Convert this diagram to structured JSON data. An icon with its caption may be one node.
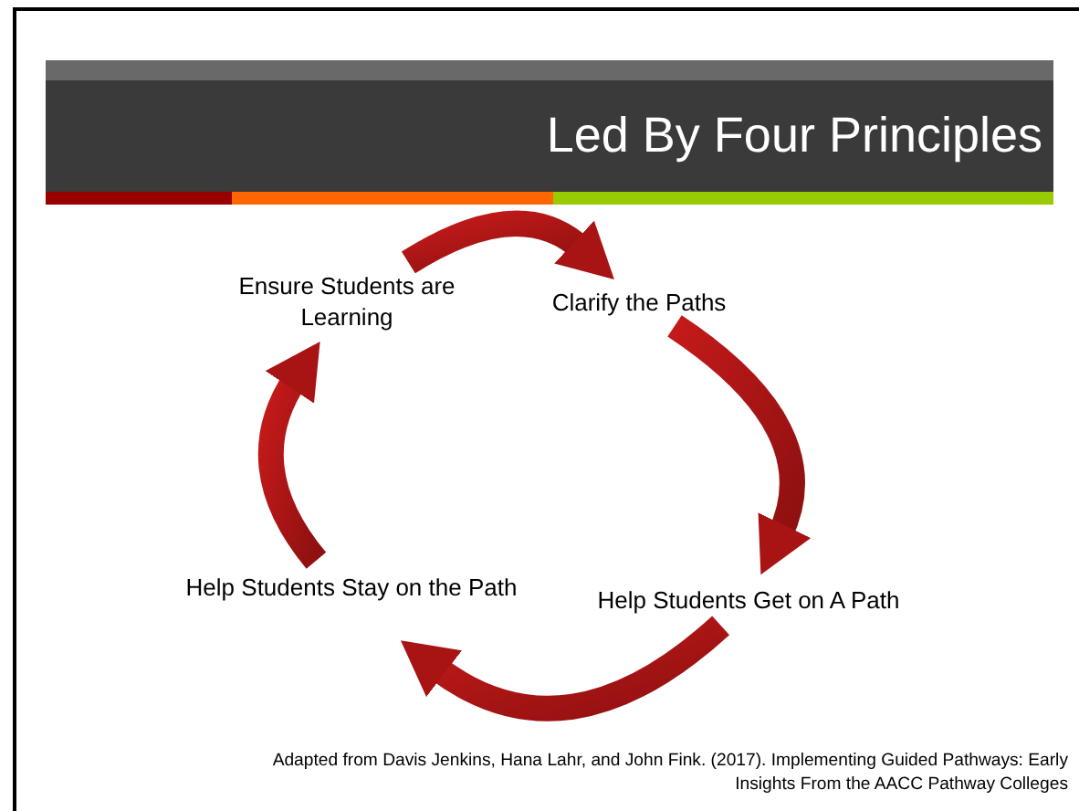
{
  "diagram": {
    "title": "Led By Four Principles",
    "nodes": [
      {
        "text": [
          "Ensure Students are Learning"
        ]
      },
      {
        "text": [
          "Clarify  the Paths"
        ]
      },
      {
        "text": [
          "Help Students Get on A Path"
        ]
      },
      {
        "text": [
          "Help Students Stay on the Path"
        ]
      }
    ],
    "edges": [
      {
        "from": 0,
        "to": 1,
        "arrow": "to",
        "style": "thick"
      },
      {
        "from": 1,
        "to": 2,
        "arrow": "to",
        "style": "thick"
      },
      {
        "from": 2,
        "to": 3,
        "arrow": "to",
        "style": "thick"
      },
      {
        "from": 3,
        "to": 0,
        "arrow": "to",
        "style": "thick"
      }
    ],
    "caption": "Adapted from Davis Jenkins, Hana Lahr, and John Fink. (2017). Implementing Guided Pathways: Early Insights From the AACC Pathway Colleges"
  }
}
